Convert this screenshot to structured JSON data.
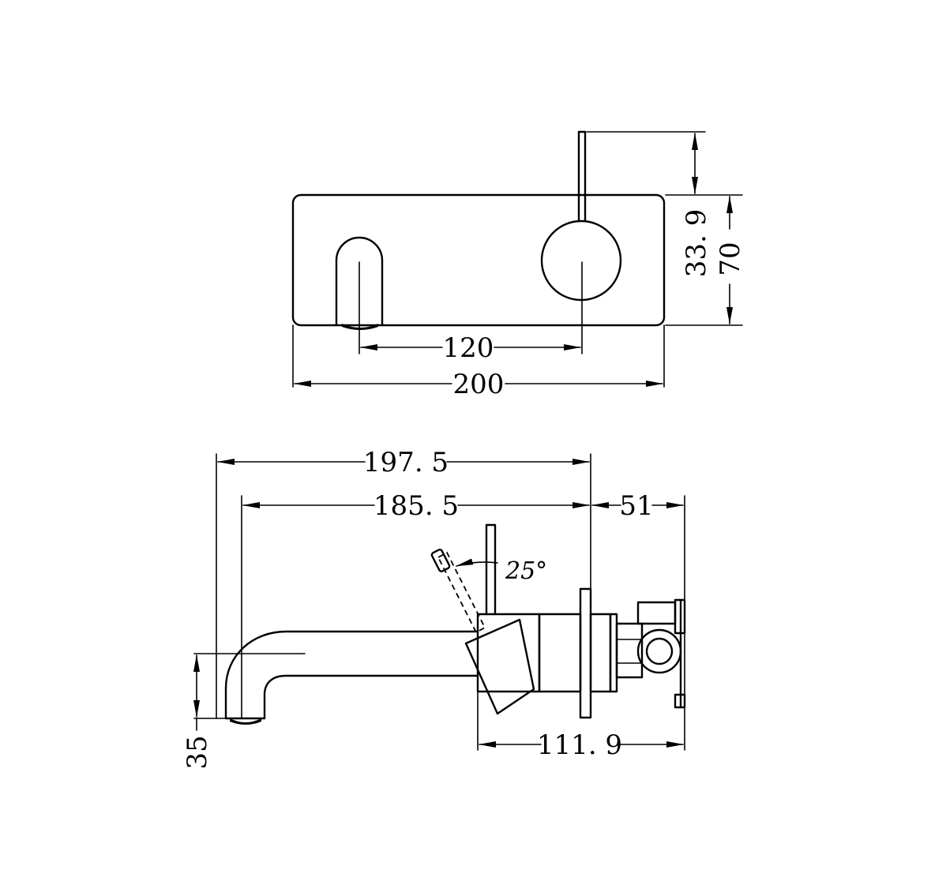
{
  "front_view": {
    "dims": {
      "spout_to_handle": "120",
      "plate_width": "200",
      "lever_height": "33. 9",
      "plate_height": "70"
    }
  },
  "side_view": {
    "dims": {
      "spout_length": "197. 5",
      "outlet_offset": "185. 5",
      "body_depth": "51",
      "lever_angle": "25°",
      "spout_height": "35",
      "mixer_depth": "111. 9"
    }
  }
}
